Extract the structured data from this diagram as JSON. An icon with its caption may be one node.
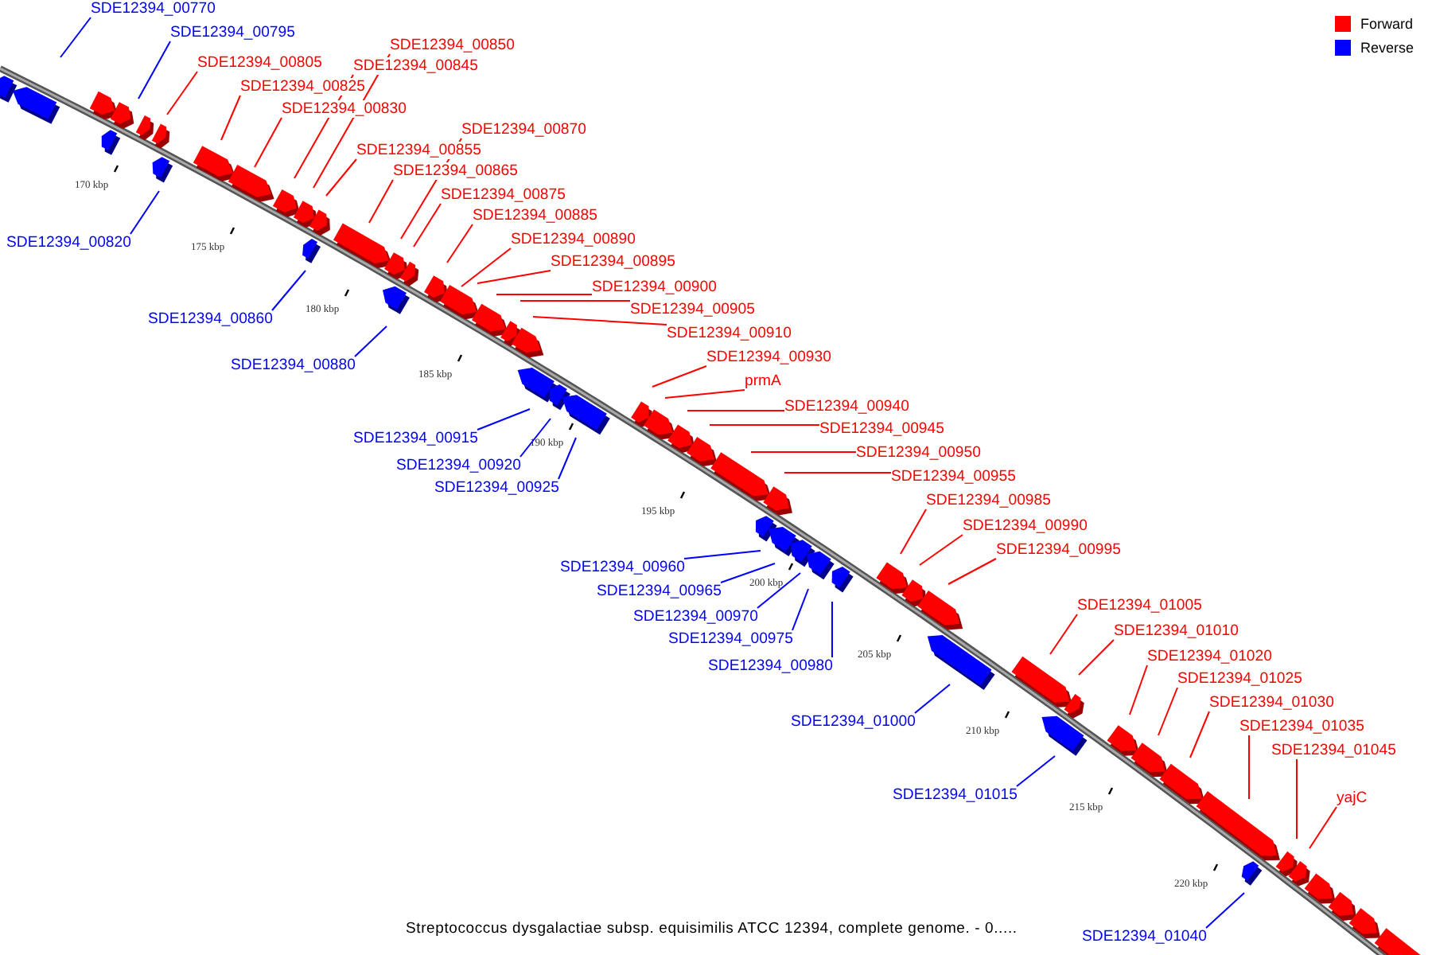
{
  "diagram": {
    "caption": "Streptococcus dysgalactiae subsp. equisimilis ATCC 12394, complete genome. - 0.....",
    "nodes": [
      {
        "text": [
          "SDE12394_00770"
        ]
      },
      {
        "text": [
          "SDE12394_00795"
        ]
      },
      {
        "text": [
          "SDE12394_00850"
        ]
      },
      {
        "text": [
          "SDE12394_00805"
        ]
      },
      {
        "text": [
          "SDE12394_00845"
        ]
      },
      {
        "text": [
          "SDE12394_00825"
        ]
      },
      {
        "text": [
          "SDE12394_00830"
        ]
      },
      {
        "text": [
          "SDE12394_00870"
        ]
      },
      {
        "text": [
          "SDE12394_00855"
        ]
      },
      {
        "text": [
          "SDE12394_00865"
        ]
      },
      {
        "text": [
          "SDE12394_00875"
        ]
      },
      {
        "text": [
          "SDE12394_00885"
        ]
      },
      {
        "text": [
          "SDE12394_00890"
        ]
      },
      {
        "text": [
          "SDE12394_00820"
        ]
      },
      {
        "text": [
          "SDE12394_00895"
        ]
      },
      {
        "text": [
          "SDE12394_00900"
        ]
      },
      {
        "text": [
          "SDE12394_00905"
        ]
      },
      {
        "text": [
          "SDE12394_00860"
        ]
      },
      {
        "text": [
          "SDE12394_00910"
        ]
      },
      {
        "text": [
          "SDE12394_00930"
        ]
      },
      {
        "text": [
          "SDE12394_00880"
        ]
      },
      {
        "text": [
          "prmA"
        ]
      },
      {
        "text": [
          "SDE12394_00940"
        ]
      },
      {
        "text": [
          "SDE12394_00945"
        ]
      },
      {
        "text": [
          "SDE12394_00915"
        ]
      },
      {
        "text": [
          "SDE12394_00950"
        ]
      },
      {
        "text": [
          "SDE12394_00920"
        ]
      },
      {
        "text": [
          "SDE12394_00955"
        ]
      },
      {
        "text": [
          "SDE12394_00925"
        ]
      },
      {
        "text": [
          "SDE12394_00985"
        ]
      },
      {
        "text": [
          "SDE12394_00990"
        ]
      },
      {
        "text": [
          "SDE12394_00995"
        ]
      },
      {
        "text": [
          "SDE12394_00960"
        ]
      },
      {
        "text": [
          "SDE12394_00965"
        ]
      },
      {
        "text": [
          "SDE12394_01005"
        ]
      },
      {
        "text": [
          "SDE12394_00970"
        ]
      },
      {
        "text": [
          "SDE12394_01010"
        ]
      },
      {
        "text": [
          "SDE12394_00975"
        ]
      },
      {
        "text": [
          "SDE12394_01020"
        ]
      },
      {
        "text": [
          "SDE12394_00980"
        ]
      },
      {
        "text": [
          "SDE12394_01025"
        ]
      },
      {
        "text": [
          "SDE12394_01030"
        ]
      },
      {
        "text": [
          "SDE12394_01000"
        ]
      },
      {
        "text": [
          "SDE12394_01035"
        ]
      },
      {
        "text": [
          "SDE12394_01045"
        ]
      },
      {
        "text": [
          "SDE12394_01015"
        ]
      },
      {
        "text": [
          "yajC"
        ]
      },
      {
        "text": [
          "SDE12394_01040"
        ]
      }
    ],
    "edges": [
      {
        "from": 0,
        "to": null,
        "arrow": "none",
        "color": "#0000ff"
      },
      {
        "from": 1,
        "to": null,
        "arrow": "none",
        "color": "#0000ff"
      },
      {
        "from": 2,
        "to": null,
        "arrow": "none"
      },
      {
        "from": 3,
        "to": null,
        "arrow": "none"
      },
      {
        "from": 4,
        "to": null,
        "arrow": "none"
      },
      {
        "from": 5,
        "to": null,
        "arrow": "none"
      },
      {
        "from": 6,
        "to": null,
        "arrow": "none"
      },
      {
        "from": 7,
        "to": null,
        "arrow": "none"
      },
      {
        "from": 8,
        "to": null,
        "arrow": "none"
      },
      {
        "from": 9,
        "to": null,
        "arrow": "none"
      },
      {
        "from": 10,
        "to": null,
        "arrow": "none"
      },
      {
        "from": 11,
        "to": null,
        "arrow": "none"
      },
      {
        "from": 12,
        "to": null,
        "arrow": "none"
      },
      {
        "from": 13,
        "to": null,
        "arrow": "none",
        "color": "#0000ff"
      },
      {
        "from": 14,
        "to": null,
        "arrow": "none"
      },
      {
        "from": 15,
        "to": null,
        "arrow": "none"
      },
      {
        "from": 16,
        "to": null,
        "arrow": "none"
      },
      {
        "from": 17,
        "to": null,
        "arrow": "none",
        "color": "#0000ff"
      },
      {
        "from": 18,
        "to": null,
        "arrow": "none"
      },
      {
        "from": 19,
        "to": null,
        "arrow": "none"
      },
      {
        "from": 20,
        "to": null,
        "arrow": "none",
        "color": "#0000ff"
      },
      {
        "from": 21,
        "to": null,
        "arrow": "none"
      },
      {
        "from": 22,
        "to": null,
        "arrow": "none"
      },
      {
        "from": 23,
        "to": null,
        "arrow": "none"
      },
      {
        "from": 24,
        "to": null,
        "arrow": "none",
        "color": "#0000ff"
      },
      {
        "from": 25,
        "to": null,
        "arrow": "none"
      },
      {
        "from": 26,
        "to": null,
        "arrow": "none",
        "color": "#0000ff"
      },
      {
        "from": 27,
        "to": null,
        "arrow": "none"
      },
      {
        "from": 28,
        "to": null,
        "arrow": "none",
        "color": "#0000ff"
      },
      {
        "from": 29,
        "to": null,
        "arrow": "none"
      },
      {
        "from": 30,
        "to": null,
        "arrow": "none"
      },
      {
        "from": 31,
        "to": null,
        "arrow": "none"
      },
      {
        "from": 32,
        "to": null,
        "arrow": "none",
        "color": "#0000ff"
      },
      {
        "from": 33,
        "to": null,
        "arrow": "none",
        "color": "#0000ff"
      },
      {
        "from": 34,
        "to": null,
        "arrow": "none"
      },
      {
        "from": 35,
        "to": null,
        "arrow": "none",
        "color": "#0000ff"
      },
      {
        "from": 36,
        "to": null,
        "arrow": "none"
      },
      {
        "from": 37,
        "to": null,
        "arrow": "none",
        "color": "#0000ff"
      },
      {
        "from": 38,
        "to": null,
        "arrow": "none"
      },
      {
        "from": 39,
        "to": null,
        "arrow": "none",
        "color": "#0000ff"
      },
      {
        "from": 40,
        "to": null,
        "arrow": "none"
      },
      {
        "from": 41,
        "to": null,
        "arrow": "none"
      },
      {
        "from": 42,
        "to": null,
        "arrow": "none",
        "color": "#0000ff"
      },
      {
        "from": 43,
        "to": null,
        "arrow": "none"
      },
      {
        "from": 44,
        "to": null,
        "arrow": "none"
      },
      {
        "from": 45,
        "to": null,
        "arrow": "none",
        "color": "#0000ff"
      },
      {
        "from": 46,
        "to": null,
        "arrow": "none"
      },
      {
        "from": 47,
        "to": null,
        "arrow": "none",
        "color": "#0000ff"
      }
    ],
    "labels": [
      "170 kbp",
      "175 kbp",
      "180 kbp",
      "185 kbp",
      "190 kbp",
      "195 kbp",
      "200 kbp",
      "205 kbp",
      "210 kbp",
      "215 kbp",
      "220 kbp"
    ],
    "legend": [
      {
        "text": "Forward",
        "color": "#ff0000"
      },
      {
        "text": "Reverse",
        "color": "#0000ff"
      }
    ]
  }
}
